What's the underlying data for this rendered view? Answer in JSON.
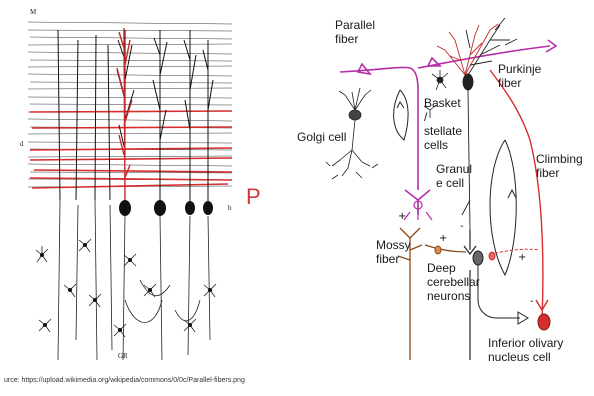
{
  "left_figure": {
    "letter_label": "P",
    "top_mark": "M",
    "side_mark_1": "d",
    "side_mark_2": "b",
    "bottom_mark": "GR"
  },
  "source_caption": "urce: https://upload.wikimedia.org/wikipedia/commons/0/0c/Parallel-fibers.png",
  "labels": {
    "parallel_fiber": "Parallel\nfiber",
    "purkinje_fiber": "Purkinje\nfiber",
    "basket_stellate": "Basket\n/\nstellate\ncells",
    "granule_cell": "Granul\ne cell",
    "golgi_cell": "Golgi cell",
    "climbing_fiber": "Climbing\nfiber",
    "mossy_fiber": "Mossy\nfiber",
    "deep_cerebellar": "Deep\ncerebellar\nneurons",
    "inferior_olivary": "Inferior olivary\nnucleus cell"
  },
  "signs": {
    "plus": "+",
    "minus": "-"
  },
  "colors": {
    "red": "#d42e2e",
    "magenta": "#b52fa8",
    "ink": "#1a1a1a",
    "brown": "#8a4a1e"
  }
}
